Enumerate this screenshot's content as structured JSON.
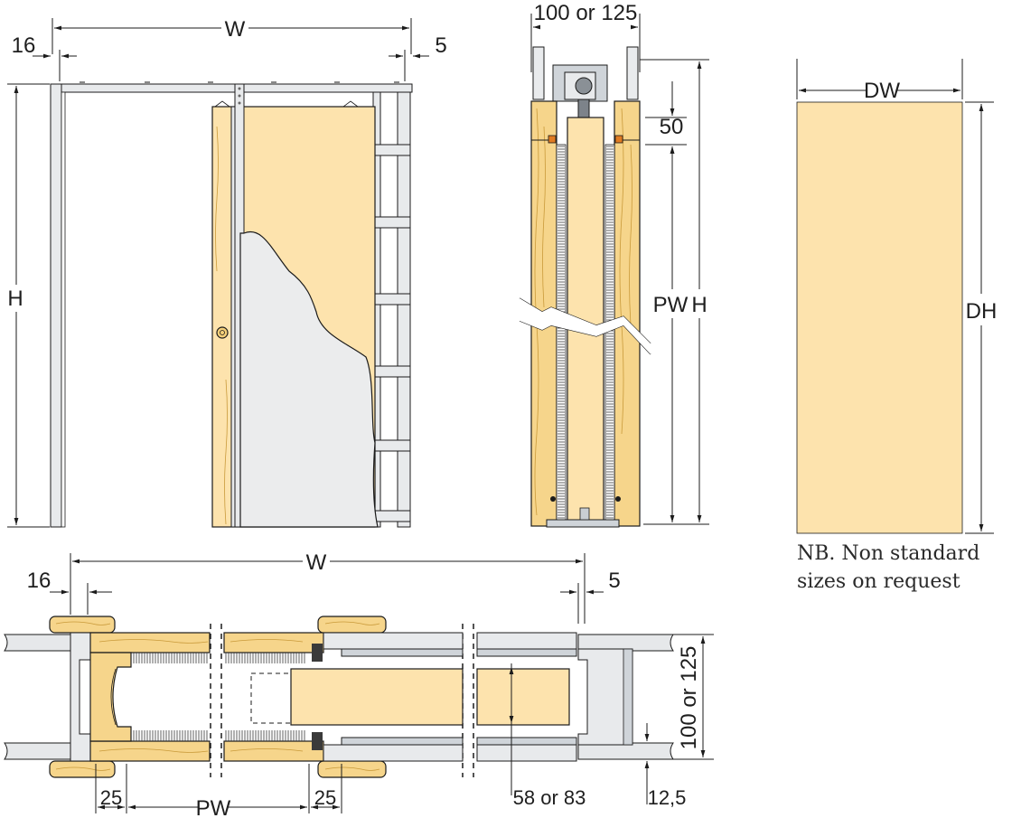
{
  "diagram": {
    "front_view": {
      "width_label": "W",
      "height_label": "H",
      "left_offset_label": "16",
      "right_offset_label": "5"
    },
    "section_view": {
      "depth_label": "100 or 125",
      "top_gap_label": "50",
      "passage_label": "PW",
      "height_label": "H"
    },
    "door_leaf": {
      "width_label": "DW",
      "height_label": "DH"
    },
    "note": {
      "line1": "NB. Non standard",
      "line2": "sizes on request"
    },
    "plan_view": {
      "width_label": "W",
      "left_offset_label": "16",
      "right_offset_label": "5",
      "depth_label": "100 or 125",
      "jamb_left_label": "25",
      "passage_label": "PW",
      "jamb_right_label": "25",
      "leaf_thickness_label": "58 or 83",
      "board_label": "12,5"
    }
  }
}
